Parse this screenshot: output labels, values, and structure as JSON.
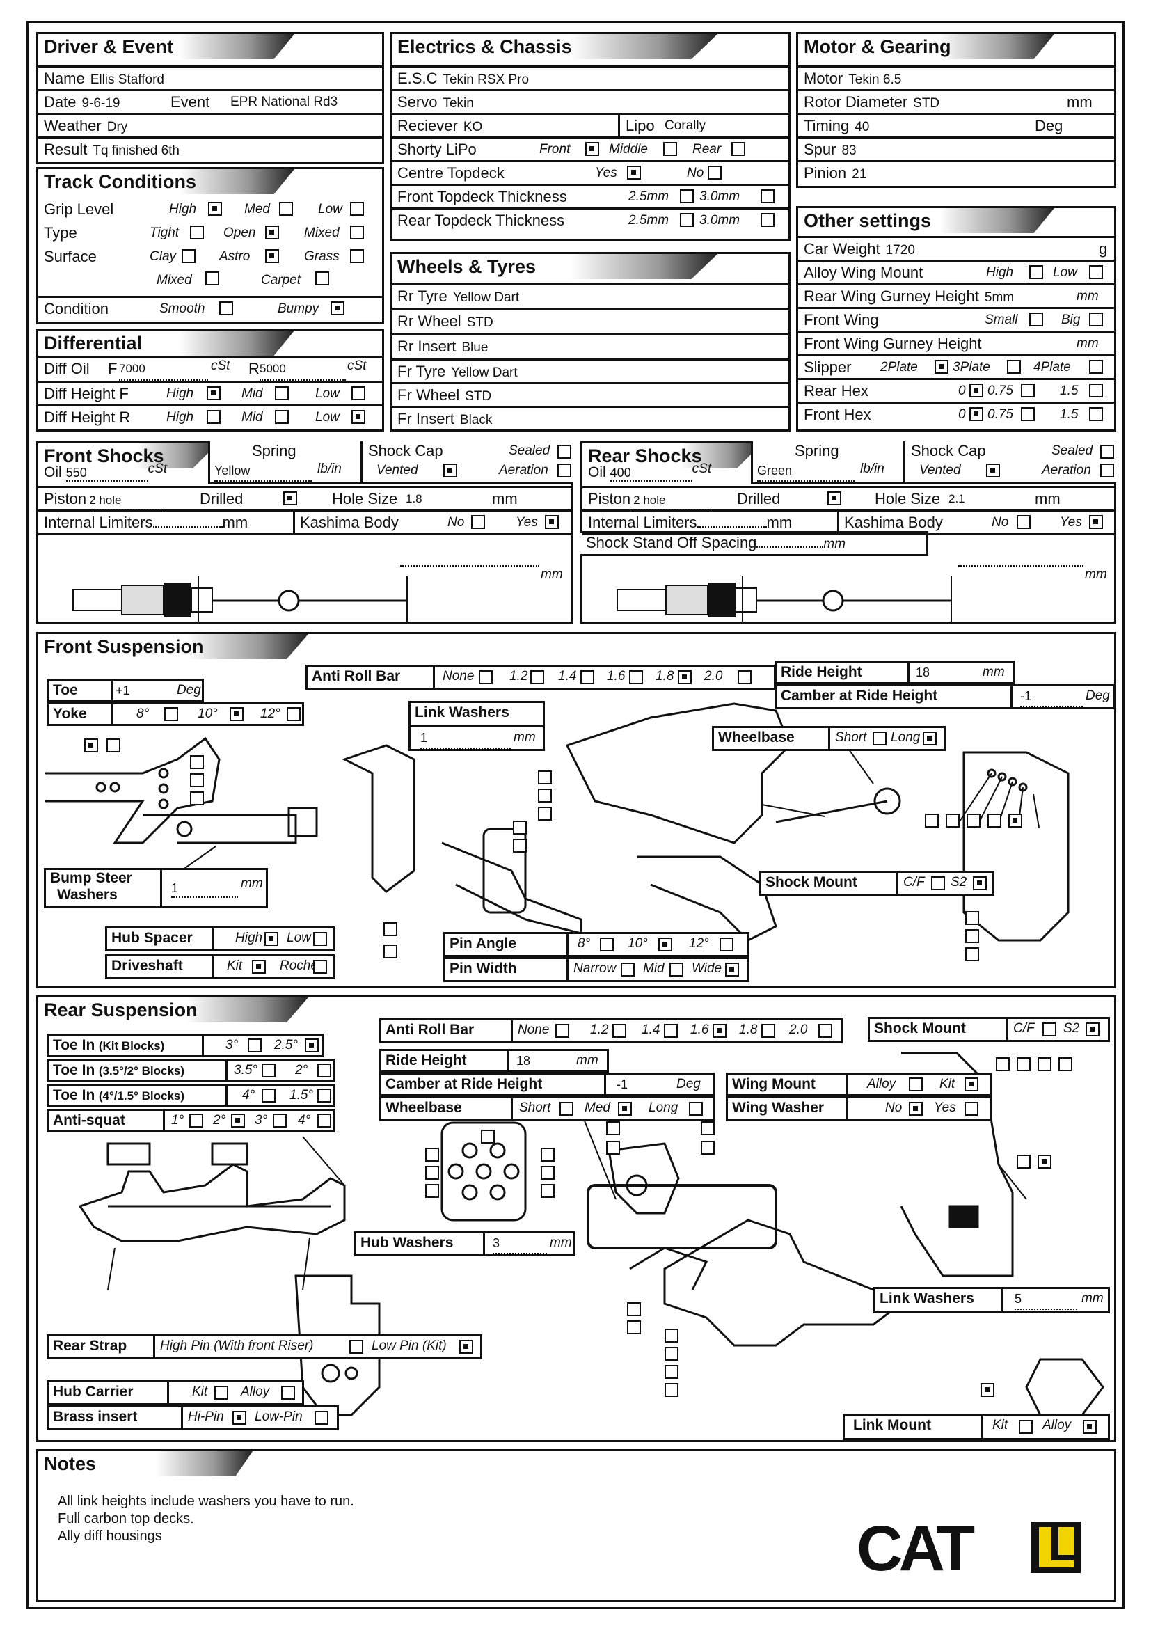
{
  "driver": {
    "title": "Driver & Event",
    "name_label": "Name",
    "name": "Ellis Stafford",
    "date_label": "Date",
    "date": "9-6-19",
    "event_label": "Event",
    "event": "EPR National Rd3",
    "weather_label": "Weather",
    "weather": "Dry",
    "result_label": "Result",
    "result": "Tq finished 6th"
  },
  "electrics": {
    "title": "Electrics & Chassis",
    "esc_label": "E.S.C",
    "esc": "Tekin RSX Pro",
    "servo_label": "Servo",
    "servo": "Tekin",
    "receiver_label": "Reciever",
    "receiver": "KO",
    "lipo_label": "Lipo",
    "lipo": "Corally",
    "shorty_label": "Shorty LiPo",
    "front": "Front",
    "middle": "Middle",
    "rear": "Rear",
    "topdeck_label": "Centre Topdeck",
    "yes": "Yes",
    "no": "No",
    "ftt_label": "Front Topdeck Thickness",
    "rtt_label": "Rear Topdeck Thickness",
    "t25": "2.5mm",
    "t30": "3.0mm"
  },
  "motor": {
    "title": "Motor & Gearing",
    "motor_label": "Motor",
    "motor": "Tekin 6.5",
    "rotor_label": "Rotor Diameter",
    "rotor": "STD",
    "rotor_unit": "mm",
    "timing_label": "Timing",
    "timing": "40",
    "timing_unit": "Deg",
    "spur_label": "Spur",
    "spur": "83",
    "pinion_label": "Pinion",
    "pinion": "21"
  },
  "track": {
    "title": "Track Conditions",
    "grip_label": "Grip Level",
    "high": "High",
    "med": "Med",
    "low": "Low",
    "type_label": "Type",
    "tight": "Tight",
    "open": "Open",
    "mixed": "Mixed",
    "surface_label": "Surface",
    "clay": "Clay",
    "astro": "Astro",
    "grass": "Grass",
    "carpet": "Carpet",
    "condition_label": "Condition",
    "smooth": "Smooth",
    "bumpy": "Bumpy"
  },
  "other": {
    "title": "Other settings",
    "weight_label": "Car Weight",
    "weight": "1720",
    "weight_unit": "g",
    "alloy_label": "Alloy Wing Mount",
    "high": "High",
    "low": "Low",
    "gurney_label": "Rear Wing Gurney Height",
    "gurney": "5mm",
    "mm": "mm",
    "fwing_label": "Front Wing",
    "small": "Small",
    "big": "Big",
    "fgurney_label": "Front Wing Gurney Height",
    "slipper_label": "Slipper",
    "p2": "2Plate",
    "p3": "3Plate",
    "p4": "4Plate",
    "rhex_label": "Rear Hex",
    "fhex_label": "Front Hex",
    "h0": "0",
    "h075": "0.75",
    "h15": "1.5"
  },
  "wheels": {
    "title": "Wheels & Tyres",
    "rr_tyre_label": "Rr Tyre",
    "rr_tyre": "Yellow Dart",
    "rr_wheel_label": "Rr Wheel",
    "rr_wheel": "STD",
    "rr_insert_label": "Rr Insert",
    "rr_insert": "Blue",
    "fr_tyre_label": "Fr Tyre",
    "fr_tyre": "Yellow Dart",
    "fr_wheel_label": "Fr Wheel",
    "fr_wheel": "STD",
    "fr_insert_label": "Fr Insert",
    "fr_insert": "Black"
  },
  "diff": {
    "title": "Differential",
    "oil_label": "Diff Oil",
    "f": "F",
    "f_val": "7000",
    "r": "R",
    "r_val": "5000",
    "cst": "cSt",
    "hf_label": "Diff Height F",
    "hr_label": "Diff Height R",
    "high": "High",
    "mid": "Mid",
    "low": "Low"
  },
  "front_shocks": {
    "title": "Front Shocks",
    "spring_label": "Spring",
    "spring": "Yellow",
    "lbin": "lb/in",
    "cap_label": "Shock Cap",
    "sealed": "Sealed",
    "vented": "Vented",
    "aeration": "Aeration",
    "oil_label": "Oil",
    "oil": "550",
    "cst": "cSt",
    "piston_label": "Piston",
    "piston": "2 hole",
    "drilled": "Drilled",
    "hole_label": "Hole Size",
    "hole": "1.8",
    "mm": "mm",
    "limiters_label": "Internal Limiters",
    "kashima_label": "Kashima Body",
    "no": "No",
    "yes": "Yes"
  },
  "rear_shocks": {
    "title": "Rear Shocks",
    "spring_label": "Spring",
    "spring": "Green",
    "lbin": "lb/in",
    "cap_label": "Shock Cap",
    "sealed": "Sealed",
    "vented": "Vented",
    "aeration": "Aeration",
    "oil_label": "Oil",
    "oil": "400",
    "cst": "cSt",
    "piston_label": "Piston",
    "piston": "2 hole",
    "drilled": "Drilled",
    "hole_label": "Hole Size",
    "hole": "2.1",
    "mm": "mm",
    "limiters_label": "Internal Limiters",
    "kashima_label": "Kashima Body",
    "no": "No",
    "yes": "Yes",
    "standoff_label": "Shock Stand Off Spacing"
  },
  "front_susp": {
    "title": "Front Suspension",
    "toe_label": "Toe",
    "toe": "+1",
    "deg": "Deg",
    "yoke_label": "Yoke",
    "y8": "8°",
    "y10": "10°",
    "y12": "12°",
    "arb_label": "Anti Roll Bar",
    "none": "None",
    "a12": "1.2",
    "a14": "1.4",
    "a16": "1.6",
    "a18": "1.8",
    "a20": "2.0",
    "rh_label": "Ride Height",
    "rh": "18",
    "mm": "mm",
    "camber_label": "Camber at Ride Height",
    "camber": "-1",
    "lw_label": "Link Washers",
    "lw": "1",
    "wb_label": "Wheelbase",
    "short": "Short",
    "long": "Long",
    "bs_label_1": "Bump Steer",
    "bs_label_2": "Washers",
    "bs": "1",
    "sm_label": "Shock Mount",
    "cf": "C/F",
    "s2": "S2",
    "hs_label": "Hub Spacer",
    "high": "High",
    "low": "Low",
    "ds_label": "Driveshaft",
    "kit": "Kit",
    "roche": "Roche",
    "pa_label": "Pin Angle",
    "p8": "8°",
    "p10": "10°",
    "p12": "12°",
    "pw_label": "Pin Width",
    "narrow": "Narrow",
    "mid": "Mid",
    "wide": "Wide"
  },
  "rear_susp": {
    "title": "Rear Suspension",
    "toe1_label": "Toe In",
    "toe1_sub": "(Kit Blocks)",
    "t3": "3°",
    "t25": "2.5°",
    "toe2_sub": "(3.5°/2° Blocks)",
    "t35": "3.5°",
    "t2": "2°",
    "toe3_sub": "(4°/1.5° Blocks)",
    "t4": "4°",
    "t15": "1.5°",
    "as_label": "Anti-squat",
    "a1": "1°",
    "a2": "2°",
    "a3": "3°",
    "a4": "4°",
    "arb_label": "Anti Roll Bar",
    "none": "None",
    "a12": "1.2",
    "a14": "1.4",
    "a16": "1.6",
    "a18": "1.8",
    "a20": "2.0",
    "sm_label": "Shock Mount",
    "cf": "C/F",
    "s2": "S2",
    "rh_label": "Ride Height",
    "rh": "18",
    "mm": "mm",
    "camber_label": "Camber at Ride Height",
    "camber": "-1",
    "deg": "Deg",
    "wb_label": "Wheelbase",
    "short": "Short",
    "med": "Med",
    "long": "Long",
    "wm_label": "Wing Mount",
    "alloy": "Alloy",
    "kit": "Kit",
    "ww_label": "Wing Washer",
    "no": "No",
    "yes": "Yes",
    "hw_label": "Hub Washers",
    "hw": "3",
    "lw_label": "Link Washers",
    "lw": "5",
    "strap_label": "Rear Strap",
    "high_pin": "High Pin (With front Riser)",
    "low_pin": "Low Pin (Kit)",
    "hc_label": "Hub Carrier",
    "bi_label": "Brass insert",
    "hi_pin": "Hi-Pin",
    "lo_pin": "Low-Pin",
    "lm_label": "Link Mount"
  },
  "notes": {
    "title": "Notes",
    "line1": "All link heights include washers you have to run.",
    "line2": "Full carbon top decks.",
    "line3": "Ally diff housings"
  },
  "logo": {
    "text": "CAT",
    "accent": "#f2d500"
  }
}
